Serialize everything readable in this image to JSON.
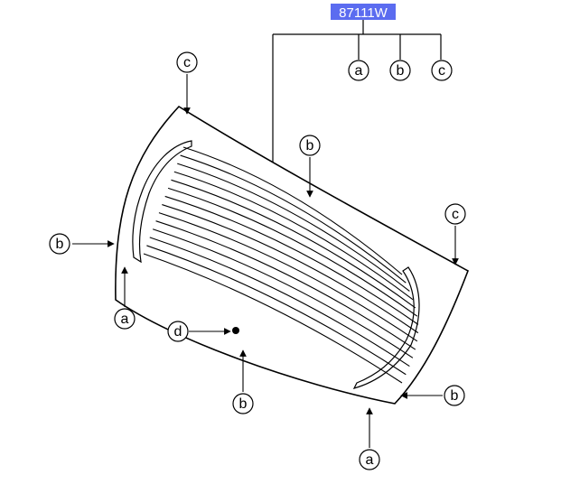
{
  "part_number": {
    "text": "87111W",
    "highlight_color": "#5b6cf0",
    "text_color": "#ffffff"
  },
  "header_callouts": [
    {
      "letter": "a"
    },
    {
      "letter": "b"
    },
    {
      "letter": "c"
    }
  ],
  "callouts": [
    {
      "letter": "c",
      "target": "upper-left-corner"
    },
    {
      "letter": "b",
      "target": "upper-edge"
    },
    {
      "letter": "c",
      "target": "upper-right-corner"
    },
    {
      "letter": "b",
      "target": "left-edge"
    },
    {
      "letter": "a",
      "target": "left-lower-edge"
    },
    {
      "letter": "d",
      "target": "defogger-terminal"
    },
    {
      "letter": "b",
      "target": "bottom-edge"
    },
    {
      "letter": "b",
      "target": "lower-right-edge"
    },
    {
      "letter": "a",
      "target": "bottom-right-edge"
    }
  ]
}
